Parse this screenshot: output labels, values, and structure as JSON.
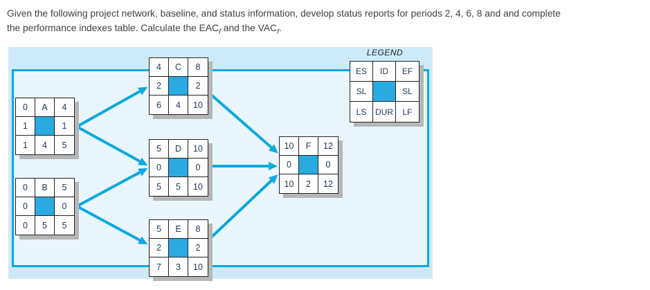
{
  "question": {
    "line1": "Given the following project network, baseline, and status information, develop status reports for periods 2, 4, 6, 8 and and complete",
    "line2_part1": "the performance indexes table. Calculate the EAC",
    "line2_sub1": "f",
    "line2_part2": " and the VAC",
    "line2_sub2": "f",
    "line2_part3": "."
  },
  "legend": {
    "title": "LEGEND",
    "cells": [
      "ES",
      "ID",
      "EF",
      "SL",
      "",
      "SL",
      "LS",
      "DUR",
      "LF"
    ]
  },
  "nodes": [
    {
      "id": "A",
      "cells": [
        "0",
        "A",
        "4",
        "1",
        "",
        "1",
        "1",
        "4",
        "5"
      ]
    },
    {
      "id": "B",
      "cells": [
        "0",
        "B",
        "5",
        "0",
        "",
        "0",
        "0",
        "5",
        "5"
      ]
    },
    {
      "id": "C",
      "cells": [
        "4",
        "C",
        "8",
        "2",
        "",
        "2",
        "6",
        "4",
        "10"
      ]
    },
    {
      "id": "D",
      "cells": [
        "5",
        "D",
        "10",
        "0",
        "",
        "0",
        "5",
        "5",
        "10"
      ]
    },
    {
      "id": "E",
      "cells": [
        "5",
        "E",
        "8",
        "2",
        "",
        "2",
        "7",
        "3",
        "10"
      ]
    },
    {
      "id": "F",
      "cells": [
        "10",
        "F",
        "12",
        "0",
        "",
        "0",
        "10",
        "2",
        "12"
      ]
    }
  ],
  "edges": [
    "A→C",
    "A→D",
    "B→D",
    "B→E",
    "C→F",
    "D→F",
    "E→F"
  ],
  "colors": {
    "panel_bg": "#cdeaf8",
    "inner_bg": "#eaf6fd",
    "accent_cyan": "#09a8e2",
    "node_center_blue": "#29abe2",
    "box_shadow_gray": "#b6b6b6",
    "cell_text": "#21395a",
    "question_text": "#414042"
  }
}
